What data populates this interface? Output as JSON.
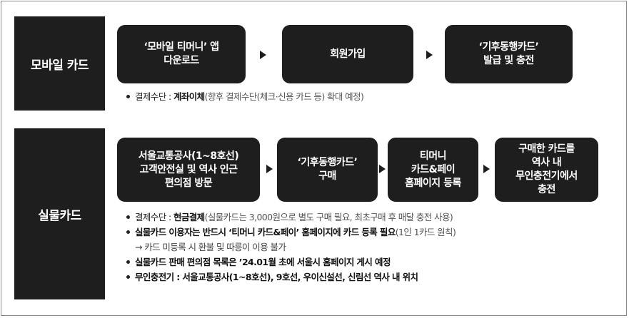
{
  "mobile": {
    "label": "모바일 카드",
    "steps": [
      "‘모바일 티머니’ 앱\n다운로드",
      "회원가입",
      "‘기후동행카드’\n발급 및 충전"
    ],
    "note": {
      "prefix": "결제수단 : ",
      "bold": "계좌이체",
      "rest": "(향후 결제수단(체크·신용 카드 등) 확대 예정)"
    }
  },
  "physical": {
    "label": "실물카드",
    "steps": [
      "서울교통공사(1~8호선)\n고객안전실 및 역사 인근\n편의점 방문",
      "‘기후동행카드’\n구매",
      "티머니\n카드&페이\n홈페이지 등록",
      "구매한 카드를\n역사 내\n무인충전기에서\n충전"
    ],
    "notes": {
      "payment": {
        "prefix": "결제수단 : ",
        "bold": "현금결제",
        "rest": "(실물카드는 3,000원으로 별도 구매 필요, 최초구매 후 매달 충전 사용)"
      },
      "register": {
        "bold": "실물카드 이용자는 반드시 ‘티머니 카드&페이’ 홈페이지에 카드 등록 필요",
        "rest": "(1인 1카드 원칙)"
      },
      "register_sub": "→ 카드 미등록 시 환불 및 따릉이 이용 불가",
      "stores": "실물카드 판매 편의점 목록은 ’24.01월 초에 서울시 홈페이지 게시 예정",
      "chargers": "무인충전기 : 서울교통공사(1~8호선), 9호선, 우이신설선, 신림선 역사 내 위치"
    }
  }
}
